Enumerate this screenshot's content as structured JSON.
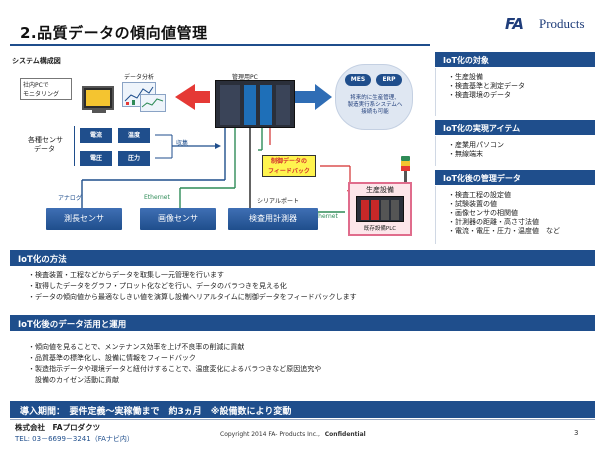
{
  "header": {
    "title": "2.品質データの傾向値管理",
    "logo_fa": "FA",
    "logo_products": "Products"
  },
  "diagram": {
    "title": "システム構成図",
    "monitor_label_1": "社内PCで",
    "monitor_label_2": "モニタリング",
    "data_analysis": "データ分析",
    "management_pc": "管理用PC",
    "mes": "MES",
    "erp": "ERP",
    "cloud_text_1": "将来的に生産管理、",
    "cloud_text_2": "製造実行系システムへ",
    "cloud_text_3": "接続も可能",
    "sensor_label_1": "各種センサ",
    "sensor_label_2": "データ",
    "sensors": [
      "電流",
      "温度",
      "電圧",
      "圧力"
    ],
    "collect": "収集",
    "feedback_1": "制御データの",
    "feedback_2": "フィードバック",
    "serial_port": "シリアルポート",
    "analog": "アナログ",
    "ethernet_1": "Ethernet",
    "ethernet_2": "Ethernet",
    "production_equipment": "生産設備",
    "existing_plc": "既存設備PLC",
    "bottom_boxes": [
      "測長センサ",
      "画像センサ",
      "検査用計測器"
    ]
  },
  "right_panels": {
    "target_title": "IoT化の対象",
    "target_items": [
      "・生産設備",
      "・検査基準と測定データ",
      "・検査環境のデータ"
    ],
    "items_title": "IoT化の実現アイテム",
    "items_items": [
      "・産業用パソコン",
      "・無線端末"
    ],
    "data_title": "IoT化後の管理データ",
    "data_items": [
      "・検査工程の設定値",
      "・試験装置の値",
      "・画像センサの相関値",
      "・計測器の距離・高さ寸法値",
      "・電流・電圧・圧力・温度値　など"
    ]
  },
  "method": {
    "title": "IoT化の方法",
    "lines": [
      "・検査装置・工程などからデータを取集し一元管理を行います",
      "・取得したデータをグラフ・プロット化などを行い、データのバラつきを見える化",
      "・データの傾向値から最適なしきい値を演算し設備へリアルタイムに制御データをフィードバックします"
    ]
  },
  "usage": {
    "title": "IoT化後のデータ活用と運用",
    "lines": [
      "・傾向値を見ることで、メンテナンス効率を上げ不良率の削減に貢献",
      "・品質基準の標準化し、設備に情報をフィードバック",
      "・製造指示データや環境データと紐付けすることで、温度変化によるバラつきなど原因追究や",
      "　設備のカイゼン活動に貢献"
    ]
  },
  "period": {
    "text": "導入期間：　要件定義〜実稼働まで　約3ヵ月　※設備数により変動"
  },
  "footer": {
    "company": "株式会社　FAプロダクツ",
    "tel": "TEL: 03－6699－3241（FAナビ内）",
    "copyright": "Copyright  2014  FA- Products Inc.,",
    "confidential": "Confidential",
    "page": "3"
  },
  "colors": {
    "primary": "#1f4e8c",
    "feedback_bg": "#fff44f",
    "arrow_red": "#e53935",
    "network_green": "#2e8b57"
  }
}
